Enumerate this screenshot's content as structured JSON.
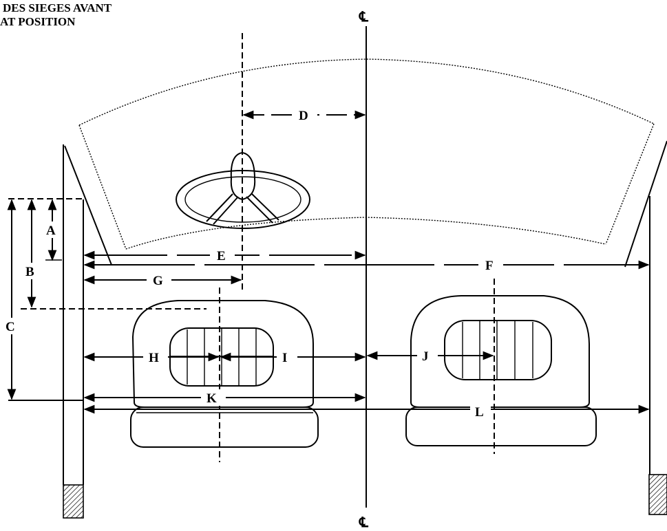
{
  "title": {
    "line1": "DES SIEGES AVANT",
    "line2": "AT POSITION"
  },
  "centerline_label": "℄",
  "dimension_labels": {
    "A": "A",
    "B": "B",
    "C": "C",
    "D": "D",
    "E": "E",
    "F": "F",
    "G": "G",
    "H": "H",
    "I": "I",
    "J": "J",
    "K": "K",
    "L": "L"
  }
}
